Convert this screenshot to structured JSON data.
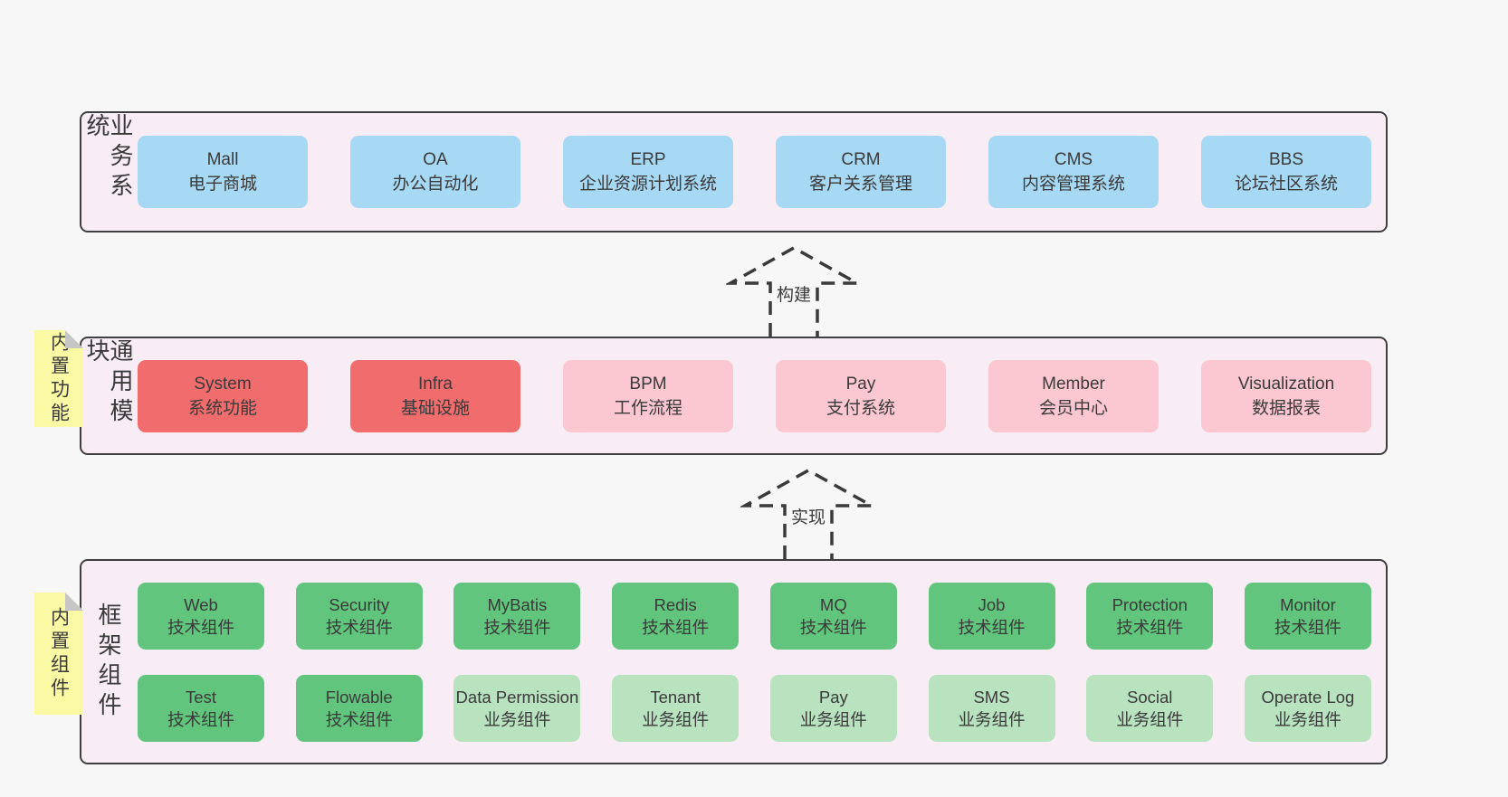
{
  "colors": {
    "page_background": "#f7f7f7",
    "band_background": "#f8edf5",
    "band_border": "#3f3f3f",
    "box_blue": "#a7d9f5",
    "box_red": "#f16c6c",
    "box_pink": "#fbc7d1",
    "box_green": "#62c57d",
    "box_green_light": "#b9e2bf",
    "note_yellow": "#fafaa5",
    "note_fold_gray": "#c6c6c6",
    "text": "#3a3a3a"
  },
  "sections": [
    {
      "id": "business",
      "label": "业务系统",
      "note": null,
      "rows": [
        [
          {
            "name": "Mall",
            "subtitle": "电子商城",
            "variant": "blue"
          },
          {
            "name": "OA",
            "subtitle": "办公自动化",
            "variant": "blue"
          },
          {
            "name": "ERP",
            "subtitle": "企业资源计划系统",
            "variant": "blue"
          },
          {
            "name": "CRM",
            "subtitle": "客户关系管理",
            "variant": "blue"
          },
          {
            "name": "CMS",
            "subtitle": "内容管理系统",
            "variant": "blue"
          },
          {
            "name": "BBS",
            "subtitle": "论坛社区系统",
            "variant": "blue"
          }
        ]
      ]
    },
    {
      "id": "modules",
      "label": "通用模块",
      "note": "内置功能",
      "rows": [
        [
          {
            "name": "System",
            "subtitle": "系统功能",
            "variant": "red"
          },
          {
            "name": "Infra",
            "subtitle": "基础设施",
            "variant": "red"
          },
          {
            "name": "BPM",
            "subtitle": "工作流程",
            "variant": "pink"
          },
          {
            "name": "Pay",
            "subtitle": "支付系统",
            "variant": "pink"
          },
          {
            "name": "Member",
            "subtitle": "会员中心",
            "variant": "pink"
          },
          {
            "name": "Visualization",
            "subtitle": "数据报表",
            "variant": "pink"
          }
        ]
      ]
    },
    {
      "id": "components",
      "label": "框架组件",
      "note": "内置组件",
      "rows": [
        [
          {
            "name": "Web",
            "subtitle": "技术组件",
            "variant": "green"
          },
          {
            "name": "Security",
            "subtitle": "技术组件",
            "variant": "green"
          },
          {
            "name": "MyBatis",
            "subtitle": "技术组件",
            "variant": "green"
          },
          {
            "name": "Redis",
            "subtitle": "技术组件",
            "variant": "green"
          },
          {
            "name": "MQ",
            "subtitle": "技术组件",
            "variant": "green"
          },
          {
            "name": "Job",
            "subtitle": "技术组件",
            "variant": "green"
          },
          {
            "name": "Protection",
            "subtitle": "技术组件",
            "variant": "green"
          },
          {
            "name": "Monitor",
            "subtitle": "技术组件",
            "variant": "green"
          }
        ],
        [
          {
            "name": "Test",
            "subtitle": "技术组件",
            "variant": "green"
          },
          {
            "name": "Flowable",
            "subtitle": "技术组件",
            "variant": "green"
          },
          {
            "name": "Data Permission",
            "subtitle": "业务组件",
            "variant": "green-light"
          },
          {
            "name": "Tenant",
            "subtitle": "业务组件",
            "variant": "green-light"
          },
          {
            "name": "Pay",
            "subtitle": "业务组件",
            "variant": "green-light"
          },
          {
            "name": "SMS",
            "subtitle": "业务组件",
            "variant": "green-light"
          },
          {
            "name": "Social",
            "subtitle": "业务组件",
            "variant": "green-light"
          },
          {
            "name": "Operate Log",
            "subtitle": "业务组件",
            "variant": "green-light"
          }
        ]
      ]
    }
  ],
  "arrows": [
    {
      "id": "build",
      "label": "构建"
    },
    {
      "id": "implement",
      "label": "实现"
    }
  ]
}
